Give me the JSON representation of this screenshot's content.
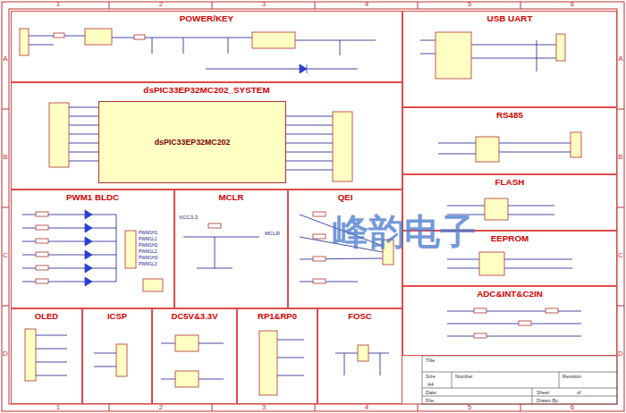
{
  "diagram": {
    "nodes": [
      {
        "text": [
          "POWER/KEY"
        ]
      },
      {
        "text": [
          "USB UART"
        ]
      },
      {
        "text": [
          "dsPIC33EP32MC202_SYSTEM"
        ]
      },
      {
        "text": [
          "dsPIC33EP32MC202"
        ],
        "in": 2
      },
      {
        "text": [
          "RS485"
        ]
      },
      {
        "text": [
          "FLASH"
        ]
      },
      {
        "text": [
          "PWM1 BLDC"
        ]
      },
      {
        "text": [
          "MCLR"
        ]
      },
      {
        "text": [
          "QEI"
        ]
      },
      {
        "text": [
          "EEPROM"
        ]
      },
      {
        "text": [
          "ADC&INT&C2IN"
        ]
      },
      {
        "text": [
          "OLED"
        ]
      },
      {
        "text": [
          "ICSP"
        ]
      },
      {
        "text": [
          "DC5V&3.3V"
        ]
      },
      {
        "text": [
          "RP1&RP0"
        ]
      },
      {
        "text": [
          "FOSC"
        ]
      }
    ],
    "labels": [
      "A",
      "B",
      "C",
      "D",
      "A",
      "B",
      "C",
      "D",
      "1",
      "2",
      "3",
      "4",
      "5",
      "6",
      "1",
      "2",
      "3",
      "4",
      "5",
      "6",
      "峰韵电子",
      "PWM1H1",
      "PWM1L1",
      "PWM1H2",
      "PWM1L2",
      "PWM1H3",
      "PWM1L3",
      "MCLR",
      "VCC3.3",
      "Title",
      "Size",
      "Number",
      "Revision",
      "A4",
      "Date:",
      "File:",
      "Sheet",
      "of",
      "Drawn By:"
    ]
  }
}
